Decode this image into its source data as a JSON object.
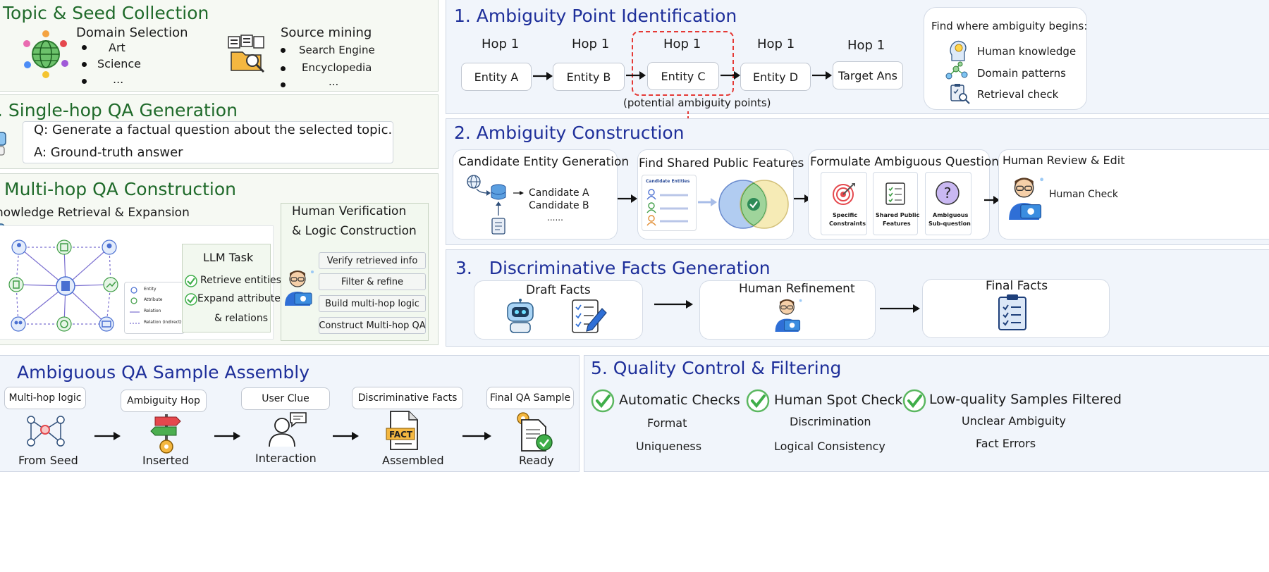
{
  "s0": {
    "title": "Topic & Seed Collection",
    "domain_heading": "Domain Selection",
    "domains": [
      "Art",
      "Science",
      "..."
    ],
    "source_heading": "Source mining",
    "sources": [
      "Search Engine",
      "Encyclopedia",
      "..."
    ]
  },
  "s1": {
    "title": ". Single-hop QA Generation",
    "q": "Q: Generate a factual question about the selected topic.",
    "a": "A: Ground-truth answer"
  },
  "s2": {
    "title": "Multi-hop QA Construction",
    "retrieval_heading": "nowledge Retrieval & Expansion",
    "legend": [
      "Entity",
      "Attribute",
      "Relation",
      "Relation (indirect)"
    ],
    "llm_title": "LLM Task",
    "llm_items": [
      "Retrieve entities",
      "Expand attributes",
      "& relations"
    ],
    "verify_heading_1": "Human Verification",
    "verify_heading_2": "& Logic Construction",
    "steps": [
      "Verify retrieved info",
      "Filter & refine",
      "Build multi-hop logic",
      "Construct Multi-hop QA"
    ]
  },
  "p1": {
    "title": "1. Ambiguity Point Identification",
    "hops": [
      "Hop 1",
      "Hop 1",
      "Hop 1",
      "Hop 1",
      "Hop 1"
    ],
    "entities": [
      "Entity A",
      "Entity B",
      "Entity C",
      "Entity D",
      "Target Ans"
    ],
    "potential_label": "(potential ambiguity points)",
    "find_heading": "Find where ambiguity begins:",
    "find_items": [
      "Human knowledge",
      "Domain patterns",
      "Retrieval check"
    ]
  },
  "p2": {
    "title": "2. Ambiguity  Construction",
    "cand_title": "Candidate Entity Generation",
    "cand_items": [
      "Candidate A",
      "Candidate B",
      "......"
    ],
    "shared_title": "Find Shared Public Features",
    "cand_entities_label": "Candidate Entities",
    "form_title": "Formulate Ambiguous Question",
    "form_cards": [
      [
        "Specific",
        "Constraints"
      ],
      [
        "Shared Public",
        "Features"
      ],
      [
        "Ambiguous",
        "Sub-question"
      ]
    ],
    "review_title": "Human Review & Edit",
    "review_sub": "Human Check"
  },
  "p3": {
    "title": "3.   Discriminative Facts Generation",
    "draft": "Draft Facts",
    "refine": "Human Refinement",
    "final": "Final Facts"
  },
  "p4": {
    "title": "Ambiguous QA Sample Assembly",
    "steps": [
      {
        "label": "Multi-hop logic",
        "caption": "From Seed"
      },
      {
        "label": "Ambiguity Hop",
        "caption": "Inserted"
      },
      {
        "label": "User Clue",
        "caption": "Interaction"
      },
      {
        "label": "Discriminative Facts",
        "caption": "Assembled"
      },
      {
        "label": "Final QA Sample",
        "caption": "Ready"
      }
    ],
    "fact_badge": "FACT"
  },
  "p5": {
    "title": "5. Quality Control & Filtering",
    "cols": [
      {
        "heading": "Automatic Checks",
        "items": [
          "Format",
          "Uniqueness"
        ]
      },
      {
        "heading": "Human Spot Check",
        "items": [
          "Discrimination",
          "Logical Consistency"
        ]
      },
      {
        "heading": "Low-quality Samples Filtered",
        "items": [
          "Unclear Ambiguity",
          "Fact Errors"
        ]
      }
    ]
  },
  "colors": {
    "green_title": "#1f6a2a",
    "blue_title": "#1e2f9a",
    "ambiguity_red": "#e53935",
    "check_green": "#3fae49"
  }
}
